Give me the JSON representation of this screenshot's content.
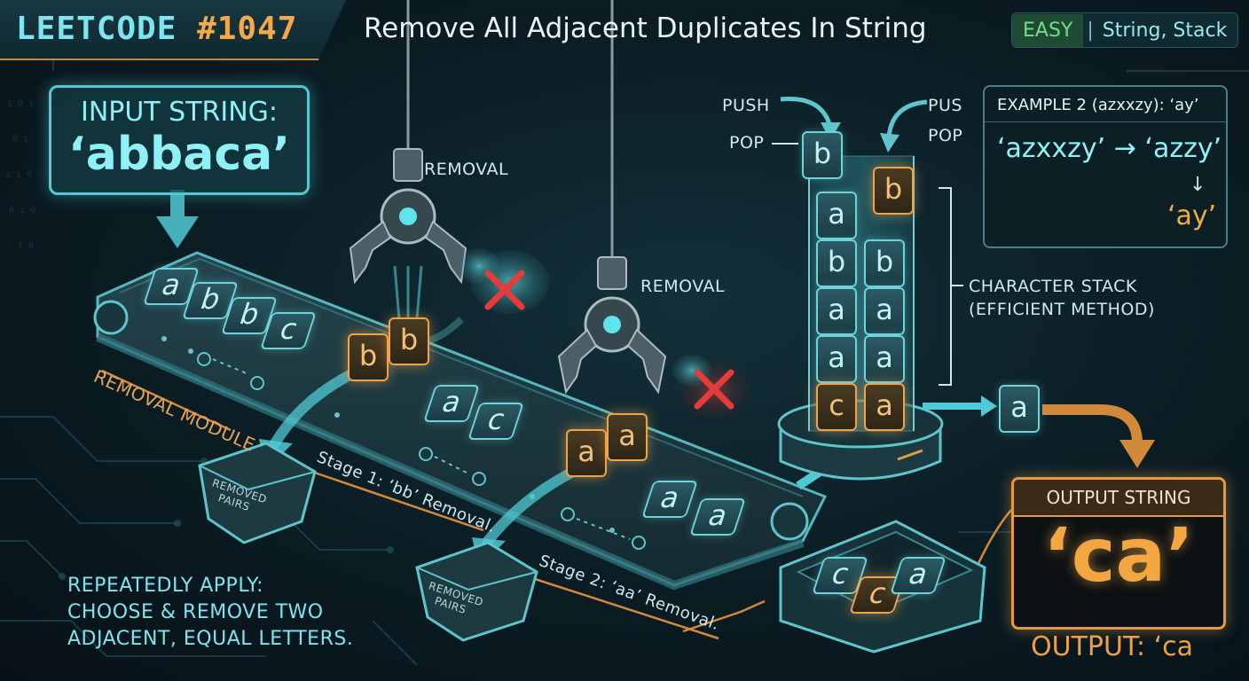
{
  "header": {
    "problem_id_prefix": "LEETCODE",
    "problem_id_number": "#1047",
    "title": "Remove All Adjacent Duplicates In String",
    "difficulty": "EASY",
    "separator": "|",
    "topics": "String, Stack"
  },
  "input": {
    "label": "INPUT STRING:",
    "value": "‘abbaca’"
  },
  "conveyor": {
    "tiles_initial": [
      "a",
      "b",
      "b",
      "c"
    ],
    "pair1": [
      "b",
      "b"
    ],
    "middle": [
      "a",
      "c"
    ],
    "pair2": [
      "a",
      "a"
    ],
    "end": [
      "a",
      "a"
    ],
    "module_label": "REMOVAL MODULE",
    "stage1_label": "Stage 1: ‘bb’ Removal.",
    "stage2_label": "Stage 2: ‘aa’ Removal."
  },
  "claws": {
    "label1": "REMOVAL",
    "label2": "REMOVAL"
  },
  "bins": {
    "bin1": "REMOVED PAIRS",
    "bin2": "REMOVED PAIRS"
  },
  "stack": {
    "push_left": "PUSH",
    "pop_left": "POP",
    "push_right": "PUS",
    "pop_right": "POP",
    "incoming_left": "b",
    "incoming_right": "b",
    "left_column": [
      "a",
      "b",
      "a",
      "a",
      "c"
    ],
    "right_column": [
      "b",
      "a",
      "a",
      "a"
    ],
    "label_line1": "CHARACTER STACK",
    "label_line2": "(EFFICIENT METHOD)",
    "ejected": "a"
  },
  "example": {
    "header": "EXAMPLE 2 (azxxzy): ‘ay’",
    "line": "‘azxxzy’ → ‘azzy’",
    "arrow": "↓",
    "final": "‘ay’"
  },
  "tray": {
    "tiles": [
      "c",
      "c",
      "a"
    ]
  },
  "output": {
    "header": "OUTPUT STRING",
    "value": "‘ca’",
    "caption": "OUTPUT: ‘ca"
  },
  "note": {
    "line1": "REPEATEDLY APPLY:",
    "line2": "CHOOSE & REMOVE TWO",
    "line3": "ADJACENT, EQUAL LETTERS."
  },
  "colors": {
    "cyan": "#4fc9d4",
    "gold": "#e59a42",
    "red_x": "#e53b3b",
    "background": "#0b1c23"
  }
}
